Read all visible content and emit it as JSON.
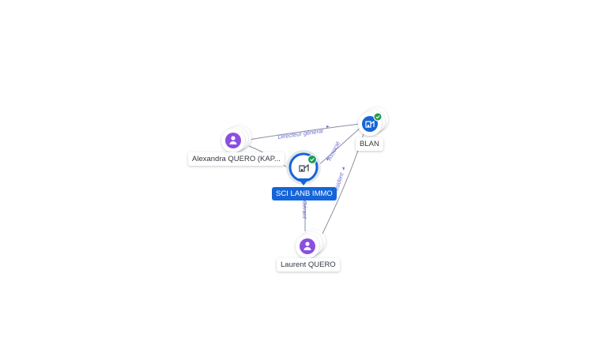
{
  "nodes": {
    "main": {
      "label": "SCI LANB IMMO",
      "icon": "building-icon",
      "verified": true
    },
    "blan": {
      "label": "BLAN",
      "icon": "building-icon",
      "verified": true
    },
    "alexandra": {
      "label": "Alexandra QUERO (KAP...",
      "icon": "person-icon"
    },
    "laurent": {
      "label": "Laurent QUERO",
      "icon": "person-icon"
    }
  },
  "edges": {
    "directeur_general": "Directeur général",
    "associe": "Associé",
    "president": "Président",
    "gerant": "Gérant"
  },
  "colors": {
    "company": "#1565d8",
    "person": "#8a4fe0",
    "verified": "#1f9d55",
    "edge_line": "#8a8fa0",
    "edge_label": "#6a6fd0"
  }
}
